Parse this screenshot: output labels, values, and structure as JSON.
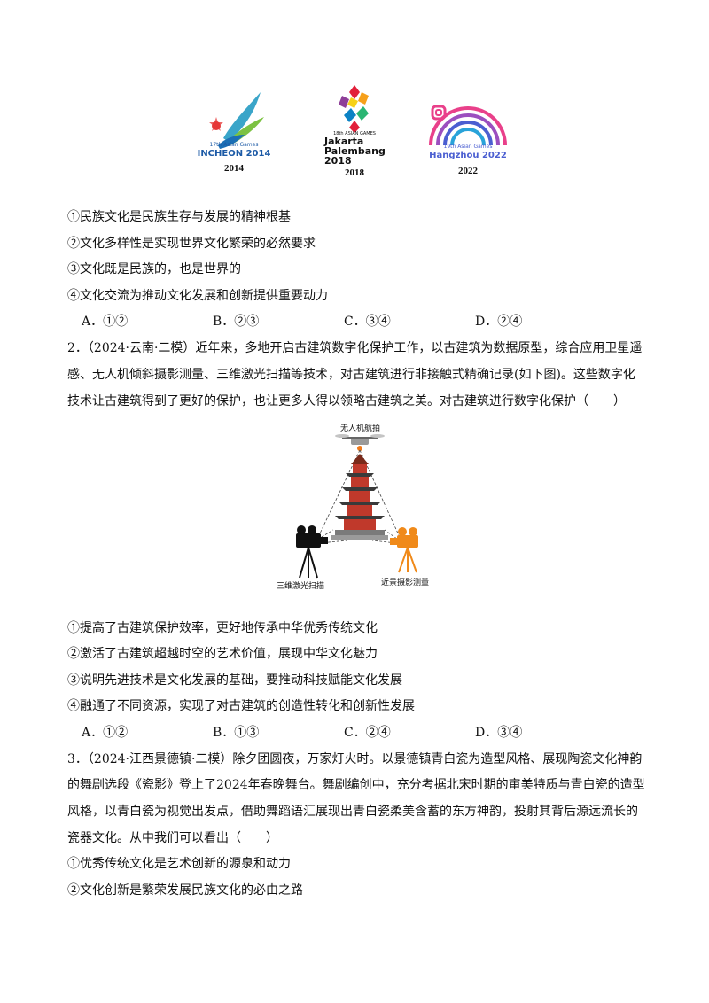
{
  "logos": [
    {
      "caption": "17th Asian Games",
      "name": "INCHEON 2014",
      "year": "2014"
    },
    {
      "caption": "18th ASIAN GAMES",
      "name": "Jakarta Palembang 2018",
      "name_line1": "Jakarta",
      "name_line2": "Palembang",
      "name_line3": "2018",
      "year": "2018"
    },
    {
      "caption": "19th Asian Games",
      "name": "Hangzhou 2022",
      "year": "2022"
    }
  ],
  "q0": {
    "items": [
      "①民族文化是民族生存与发展的精神根基",
      "②文化多样性是实现世界文化繁荣的必然要求",
      "③文化既是民族的，也是世界的",
      "④文化交流为推动文化发展和创新提供重要动力"
    ],
    "options": [
      "A．①②",
      "B．②③",
      "C．③④",
      "D．②④"
    ]
  },
  "q2": {
    "stem_lines": [
      "2．（2024·云南·二模）近年来，多地开启古建筑数字化保护工作，以古建筑为数据原型，综合应用卫星遥",
      "感、无人机倾斜摄影测量、三维激光扫描等技术，对古建筑进行非接触式精确记录(如下图)。这些数字化",
      "技术让古建筑得到了更好的保护，也让更多人得以领略古建筑之美。对古建筑进行数字化保护（　　）"
    ],
    "diagram": {
      "top_label": "无人机航拍",
      "left_label": "三维激光扫描",
      "right_label": "近景摄影测量"
    },
    "items": [
      "①提高了古建筑保护效率，更好地传承中华优秀传统文化",
      "②激活了古建筑超越时空的艺术价值，展现中华文化魅力",
      "③说明先进技术是文化发展的基础，要推动科技赋能文化发展",
      "④融通了不同资源，实现了对古建筑的创造性转化和创新性发展"
    ],
    "options": [
      "A．①②",
      "B．①③",
      "C．②④",
      "D．③④"
    ]
  },
  "q3": {
    "stem_lines": [
      "3．（2024·江西景德镇·二模）除夕团圆夜，万家灯火时。以景德镇青白瓷为造型风格、展现陶瓷文化神韵",
      "的舞剧选段《瓷影》登上了2024年春晚舞台。舞剧编创中，充分考据北宋时期的审美特质与青白瓷的造型",
      "风格，以青白瓷为视觉出发点，借助舞蹈语汇展现出青白瓷柔美含蓄的东方神韵，投射其背后源远流长的",
      "瓷器文化。从中我们可以看出（　　）"
    ],
    "items": [
      "①优秀传统文化是艺术创新的源泉和动力",
      "②文化创新是繁荣发展民族文化的必由之路"
    ]
  }
}
